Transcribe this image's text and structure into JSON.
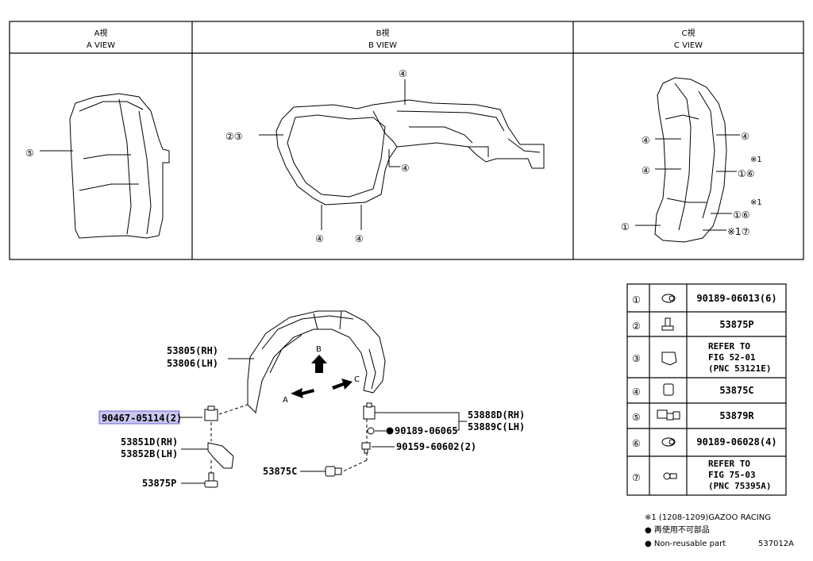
{
  "views": {
    "a": {
      "title_jp": "A視",
      "title_en": "A VIEW"
    },
    "b": {
      "title_jp": "B視",
      "title_en": "B VIEW"
    },
    "c": {
      "title_jp": "C視",
      "title_en": "C VIEW"
    }
  },
  "callouts": {
    "a5": "⑤",
    "b23": "②③",
    "b4_top": "④",
    "b4_mid": "④",
    "b4_bl": "④",
    "b4_br": "④",
    "c4_tl": "④",
    "c4_ml": "④",
    "c4_r": "④",
    "c16_top": "①⑥",
    "c16_bot": "①⑥",
    "c1_left": "①",
    "c17": "※1⑦",
    "c_note_top": "※1",
    "c_note_bot": "※1"
  },
  "parts": {
    "p53805": "53805(RH)",
    "p53806": "53806(LH)",
    "p90467": "90467-05114(2)",
    "p53851": "53851D(RH)",
    "p53852": "53852B(LH)",
    "p53875p": "53875P",
    "p53888": "53888D(RH)",
    "p53889": "53889C(LH)",
    "p90189": "90189-06065",
    "p90159": "90159-60602(2)",
    "p53875c": "53875C",
    "dir_a": "A",
    "dir_b": "B",
    "dir_c": "C"
  },
  "legend": {
    "rows": [
      {
        "num": "①",
        "code1": "90189-06013(6)",
        "icon": "clip-icon"
      },
      {
        "num": "②",
        "code1": "53875P",
        "icon": "screw-icon"
      },
      {
        "num": "③",
        "code1": "REFER TO",
        "code2": "FIG 52-01",
        "code3": "(PNC 53121E)",
        "icon": "bracket-icon"
      },
      {
        "num": "④",
        "code1": "53875C",
        "icon": "push-clip-icon"
      },
      {
        "num": "⑤",
        "code1": "53879R",
        "icon": "clip-set-icon"
      },
      {
        "num": "⑥",
        "code1": "90189-06028(4)",
        "icon": "clip-icon"
      },
      {
        "num": "⑦",
        "code1": "REFER TO",
        "code2": "FIG 75-03",
        "code3": "(PNC 75395A)",
        "icon": "rivet-icon"
      }
    ]
  },
  "notes": {
    "note1": "※1 (1208-1209)GAZOO RACING",
    "bullet1": "● 再使用不可部品",
    "bullet2": "● Non-reusable part",
    "figure_code": "537012A"
  }
}
